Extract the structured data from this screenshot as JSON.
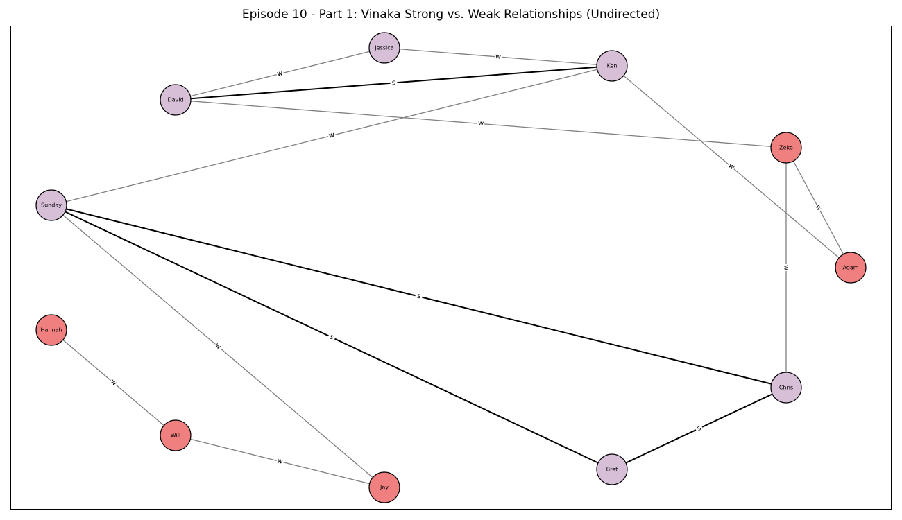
{
  "title": "Episode 10 - Part 1: Vinaka Strong vs. Weak Relationships (Undirected)",
  "colors": {
    "purple_node": "#d8bfd8",
    "red_node": "#f08080",
    "strong_edge": "#000000",
    "weak_edge": "#808080"
  },
  "nodes": [
    {
      "id": "Jessica",
      "color": "purple_node"
    },
    {
      "id": "Ken",
      "color": "purple_node"
    },
    {
      "id": "David",
      "color": "purple_node"
    },
    {
      "id": "Zeke",
      "color": "red_node"
    },
    {
      "id": "Sunday",
      "color": "purple_node"
    },
    {
      "id": "Adam",
      "color": "red_node"
    },
    {
      "id": "Hannah",
      "color": "red_node"
    },
    {
      "id": "Chris",
      "color": "purple_node"
    },
    {
      "id": "Will",
      "color": "red_node"
    },
    {
      "id": "Bret",
      "color": "purple_node"
    },
    {
      "id": "Jay",
      "color": "red_node"
    }
  ],
  "edges": [
    {
      "source": "David",
      "target": "Jessica",
      "type": "w"
    },
    {
      "source": "Jessica",
      "target": "Ken",
      "type": "w"
    },
    {
      "source": "David",
      "target": "Ken",
      "type": "s"
    },
    {
      "source": "David",
      "target": "Zeke",
      "type": "w"
    },
    {
      "source": "Sunday",
      "target": "Ken",
      "type": "w"
    },
    {
      "source": "Ken",
      "target": "Adam",
      "type": "w"
    },
    {
      "source": "Zeke",
      "target": "Adam",
      "type": "w"
    },
    {
      "source": "Zeke",
      "target": "Chris",
      "type": "w"
    },
    {
      "source": "Sunday",
      "target": "Chris",
      "type": "s"
    },
    {
      "source": "Sunday",
      "target": "Bret",
      "type": "s"
    },
    {
      "source": "Sunday",
      "target": "Jay",
      "type": "w"
    },
    {
      "source": "Hannah",
      "target": "Will",
      "type": "w"
    },
    {
      "source": "Will",
      "target": "Jay",
      "type": "w"
    },
    {
      "source": "Bret",
      "target": "Chris",
      "type": "s"
    }
  ]
}
